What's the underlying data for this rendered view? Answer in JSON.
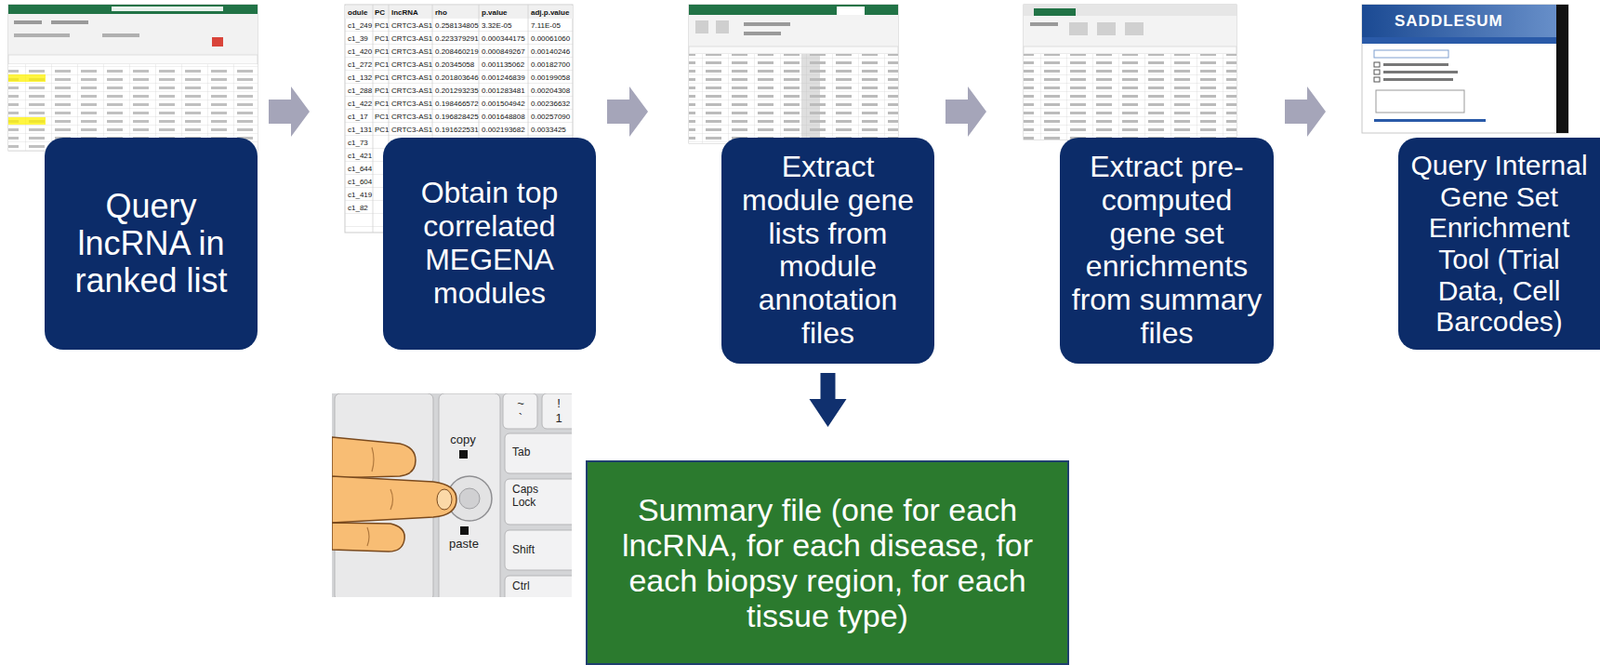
{
  "diagram": {
    "nodes": [
      {
        "text": [
          "Query lncRNA in ranked list"
        ]
      },
      {
        "text": [
          "Obtain top correlated MEGENA modules"
        ]
      },
      {
        "text": [
          "Extract module gene lists from module annotation files"
        ]
      },
      {
        "text": [
          "Extract pre-computed gene set enrichments from summary files"
        ]
      },
      {
        "text": [
          "Query Internal Gene Set Enrichment Tool (Trial Data, Cell Barcodes)"
        ]
      },
      {
        "text": [
          "Summary file (one for each lncRNA, for each disease, for each biopsy region, for each tissue type)"
        ]
      }
    ],
    "edges": [
      {
        "from": 0,
        "to": 1,
        "arrow": "to"
      },
      {
        "from": 1,
        "to": 2,
        "arrow": "to"
      },
      {
        "from": 2,
        "to": 3,
        "arrow": "to"
      },
      {
        "from": 3,
        "to": 4,
        "arrow": "to"
      },
      {
        "from": 2,
        "to": 5,
        "arrow": "to"
      }
    ],
    "labels": [
      "odule",
      "PC",
      "lncRNA",
      "rho",
      "p.value",
      "adj.p.value",
      "c1_249",
      "PC1",
      "CRTC3-AS1",
      "0.258134805",
      "3.32E-05",
      "7.11E-05",
      "c1_39",
      "PC1",
      "CRTC3-AS1",
      "0.223379291",
      "0.000344175",
      "0.00061060",
      "c1_420",
      "PC1",
      "CRTC3-AS1",
      "0.208460219",
      "0.000849267",
      "0.00140246",
      "c1_272",
      "PC1",
      "CRTC3-AS1",
      "0.20345058",
      "0.001135062",
      "0.00182700",
      "c1_132",
      "PC1",
      "CRTC3-AS1",
      "0.201803646",
      "0.001246839",
      "0.00199058",
      "c1_288",
      "PC1",
      "CRTC3-AS1",
      "0.201293235",
      "0.001283481",
      "0.00204308",
      "c1_422",
      "PC1",
      "CRTC3-AS1",
      "0.198466572",
      "0.001504942",
      "0.00236632",
      "c1_17",
      "PC1",
      "CRTC3-AS1",
      "0.196828425",
      "0.001648808",
      "0.00257090",
      "c1_131",
      "PC1",
      "CRTC3-AS1",
      "0.191622531",
      "0.002193682",
      "0.0033425",
      "c1_73",
      "c1_421",
      "c1_644",
      "c1_604",
      "c1_419",
      "c1_82",
      "SADDLESUM",
      "~",
      "`",
      "!",
      "1",
      "copy",
      "Tab",
      "Caps Lock",
      "paste",
      "Shift",
      "Ctrl"
    ]
  }
}
